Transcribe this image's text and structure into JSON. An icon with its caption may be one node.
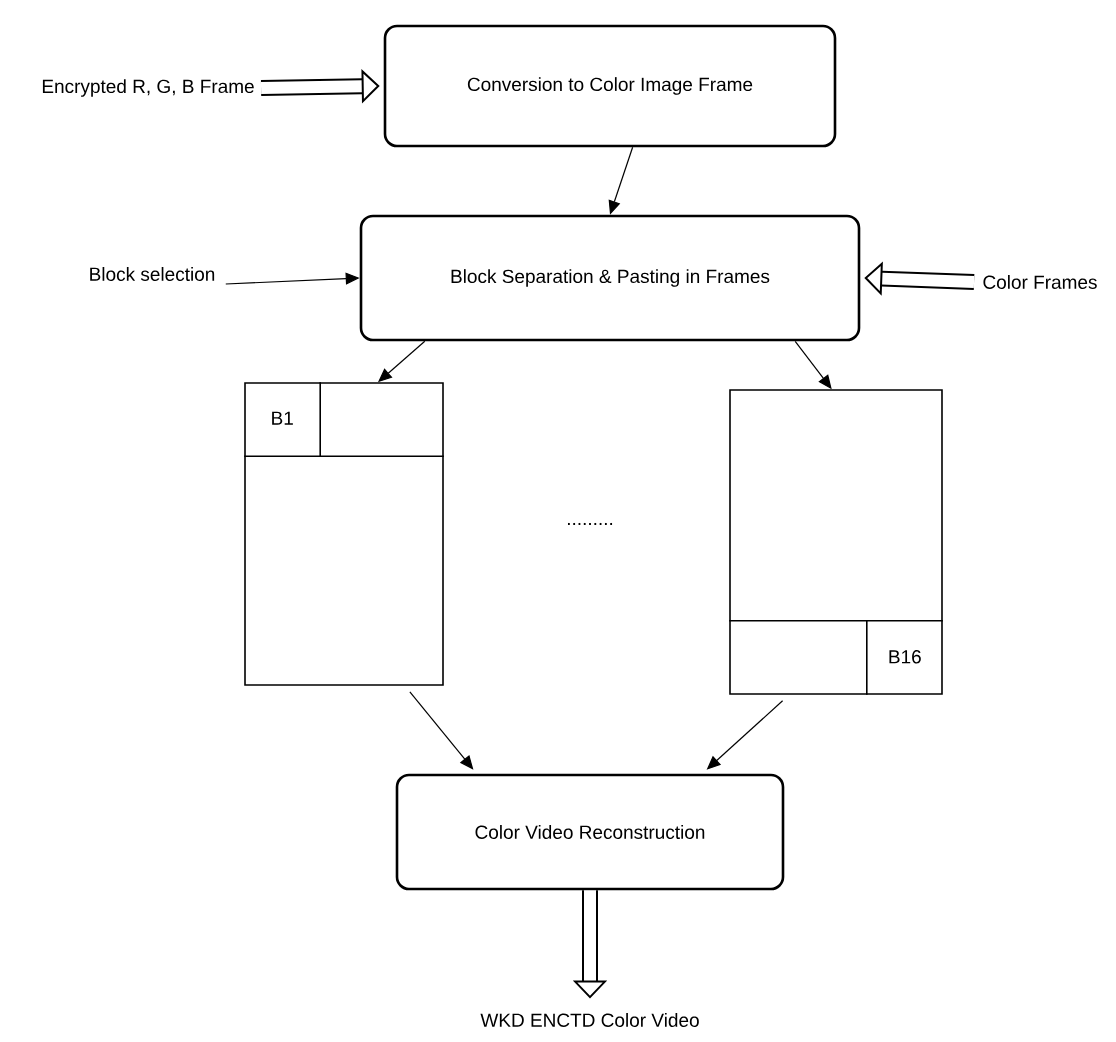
{
  "diagram": {
    "nodes": [
      {
        "text": [
          "Encrypted R, G, B Frame"
        ]
      },
      {
        "text": [
          "Conversion to Color Image Frame"
        ]
      },
      {
        "text": [
          "Block selection"
        ]
      },
      {
        "text": [
          "Block Separation & Pasting in Frames"
        ]
      },
      {
        "text": [
          "Color Frames"
        ]
      },
      {
        "text": [
          "B1"
        ]
      },
      {
        "text": [
          "B16"
        ]
      },
      {
        "text": [
          "Color Video Reconstruction"
        ]
      },
      {
        "text": [
          "WKD  ENCTD  Color Video"
        ]
      }
    ],
    "edges": [
      {
        "from": 0,
        "to": 1,
        "arrow": "to",
        "style": "thick"
      },
      {
        "from": 1,
        "to": 3,
        "arrow": "to"
      },
      {
        "from": 2,
        "to": 3,
        "arrow": "to"
      },
      {
        "from": 4,
        "to": 3,
        "arrow": "to",
        "style": "thick"
      },
      {
        "from": 3,
        "to": 5,
        "arrow": "to"
      },
      {
        "from": 3,
        "to": 6,
        "arrow": "to"
      },
      {
        "from": 5,
        "to": 7,
        "arrow": "to"
      },
      {
        "from": 6,
        "to": 7,
        "arrow": "to"
      },
      {
        "from": 7,
        "to": 8,
        "arrow": "to",
        "style": "thick"
      }
    ],
    "labels": [
      "........."
    ]
  }
}
